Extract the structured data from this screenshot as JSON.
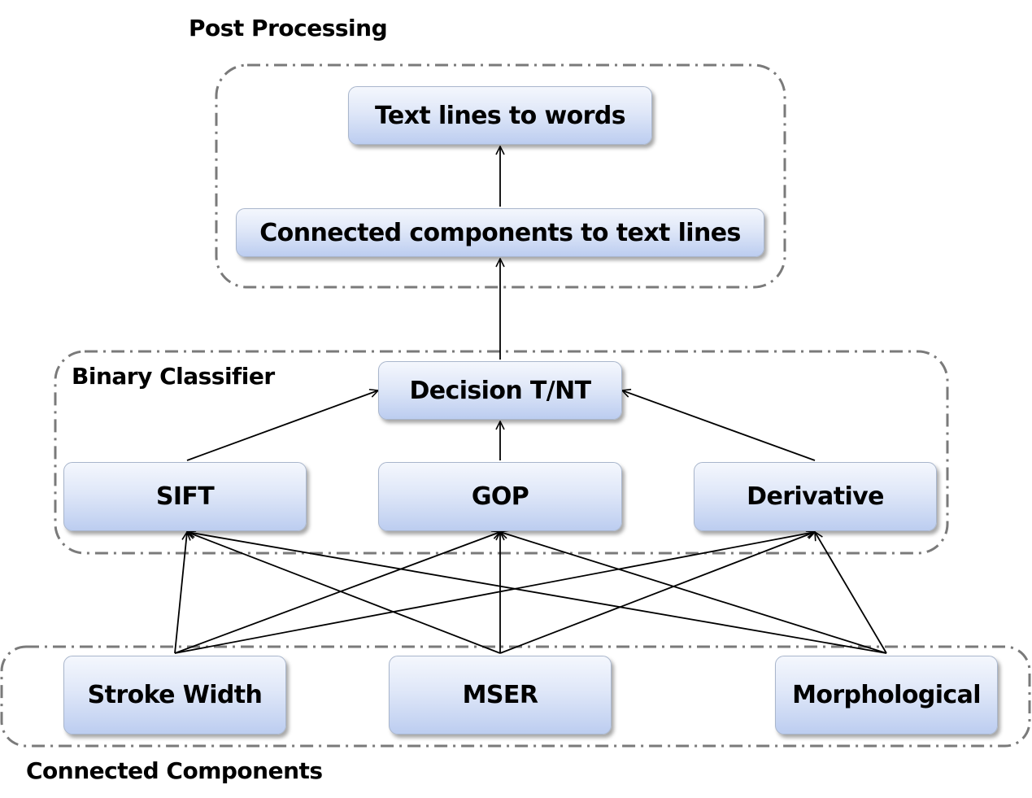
{
  "groups": {
    "post_processing": "Post Processing",
    "binary_classifier": "Binary Classifier",
    "connected_components": "Connected Components"
  },
  "nodes": {
    "text_lines_to_words": "Text lines to words",
    "cc_to_text_lines": "Connected components to text lines",
    "decision": "Decision T/NT",
    "sift": "SIFT",
    "gop": "GOP",
    "derivative": "Derivative",
    "stroke_width": "Stroke Width",
    "mser": "MSER",
    "morphological": "Morphological"
  },
  "edges": [
    [
      "stroke_width",
      "sift"
    ],
    [
      "stroke_width",
      "gop"
    ],
    [
      "stroke_width",
      "derivative"
    ],
    [
      "mser",
      "sift"
    ],
    [
      "mser",
      "gop"
    ],
    [
      "mser",
      "derivative"
    ],
    [
      "morphological",
      "sift"
    ],
    [
      "morphological",
      "gop"
    ],
    [
      "morphological",
      "derivative"
    ],
    [
      "sift",
      "decision"
    ],
    [
      "gop",
      "decision"
    ],
    [
      "derivative",
      "decision"
    ],
    [
      "decision",
      "cc_to_text_lines"
    ],
    [
      "cc_to_text_lines",
      "text_lines_to_words"
    ]
  ]
}
